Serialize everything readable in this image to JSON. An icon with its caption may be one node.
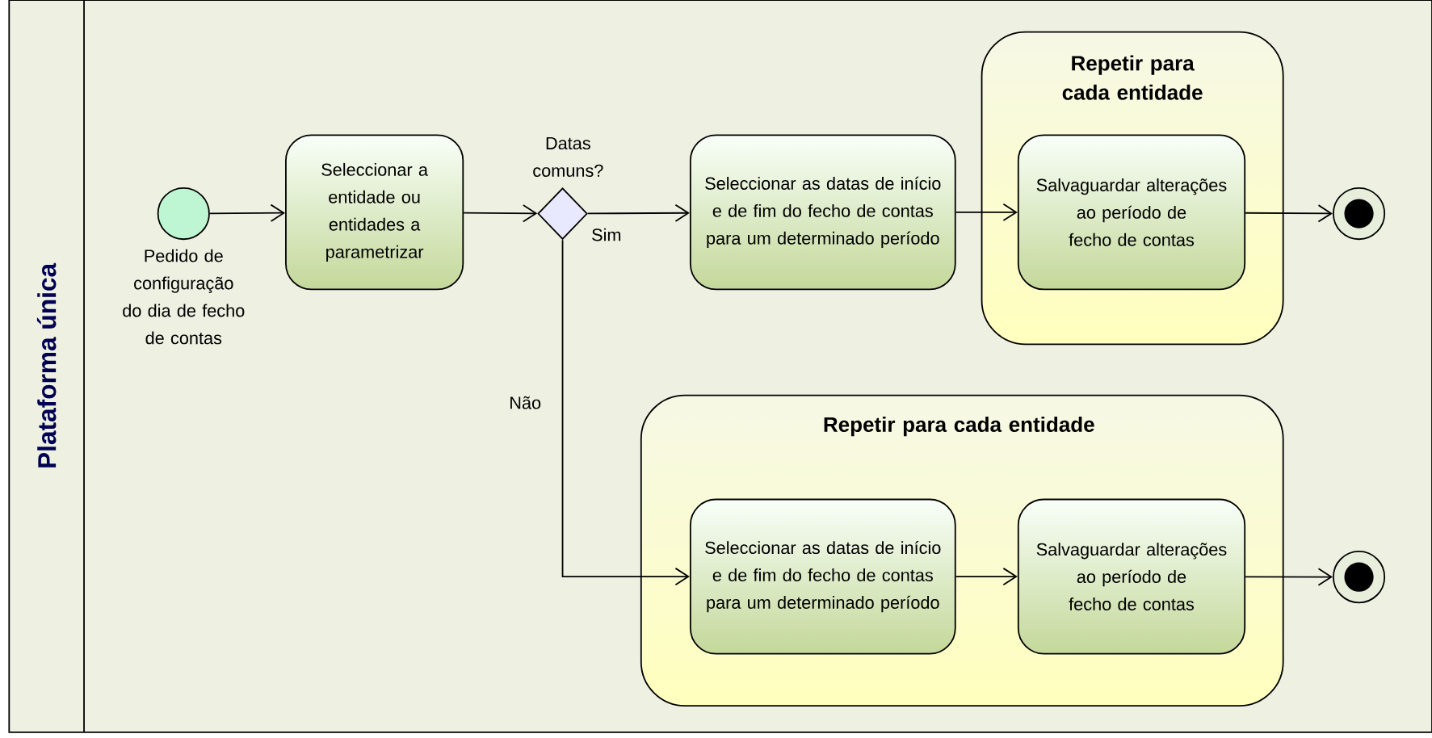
{
  "diagram": {
    "nodes": [
      {
        "text": [
          "Plataforma única"
        ]
      },
      {
        "text": [],
        "shape": "circle",
        "in": 0,
        "beside": [
          "Pedido de configuração do dia de fecho de contas"
        ]
      },
      {
        "text": [
          "Seleccionar a entidade ou entidades a parametrizar"
        ],
        "in": 0
      },
      {
        "text": [],
        "shape": "diamond",
        "in": 0,
        "beside": [
          "Datas comuns?"
        ]
      },
      {
        "text": [
          "Seleccionar as datas de início e de fim do fecho de contas para um determinado período"
        ],
        "in": 0
      },
      {
        "text": [
          "Repetir para cada entidade"
        ],
        "in": 0
      },
      {
        "text": [
          "Salvaguardar alterações ao período de fecho de contas"
        ],
        "in": 5
      },
      {
        "text": [],
        "shape": "circle",
        "in": 0
      },
      {
        "text": [
          "Repetir para cada entidade"
        ],
        "in": 0
      },
      {
        "text": [
          "Seleccionar as datas de início e de fim do fecho de contas para um determinado período"
        ],
        "in": 8
      },
      {
        "text": [
          "Salvaguardar alterações ao período de fecho de contas"
        ],
        "in": 8
      },
      {
        "text": [],
        "shape": "circle",
        "in": 0
      }
    ],
    "edges": [
      {
        "from": 1,
        "to": 2,
        "arrow": "to"
      },
      {
        "from": 2,
        "to": 3,
        "arrow": "to"
      },
      {
        "from": 3,
        "to": 4,
        "arrow": "to",
        "label": "Sim"
      },
      {
        "from": 4,
        "to": 6,
        "arrow": "to"
      },
      {
        "from": 6,
        "to": 7,
        "arrow": "to"
      },
      {
        "from": 3,
        "to": 9,
        "arrow": "to",
        "label": "Não"
      },
      {
        "from": 9,
        "to": 10,
        "arrow": "to"
      },
      {
        "from": 10,
        "to": 11,
        "arrow": "to"
      }
    ]
  }
}
